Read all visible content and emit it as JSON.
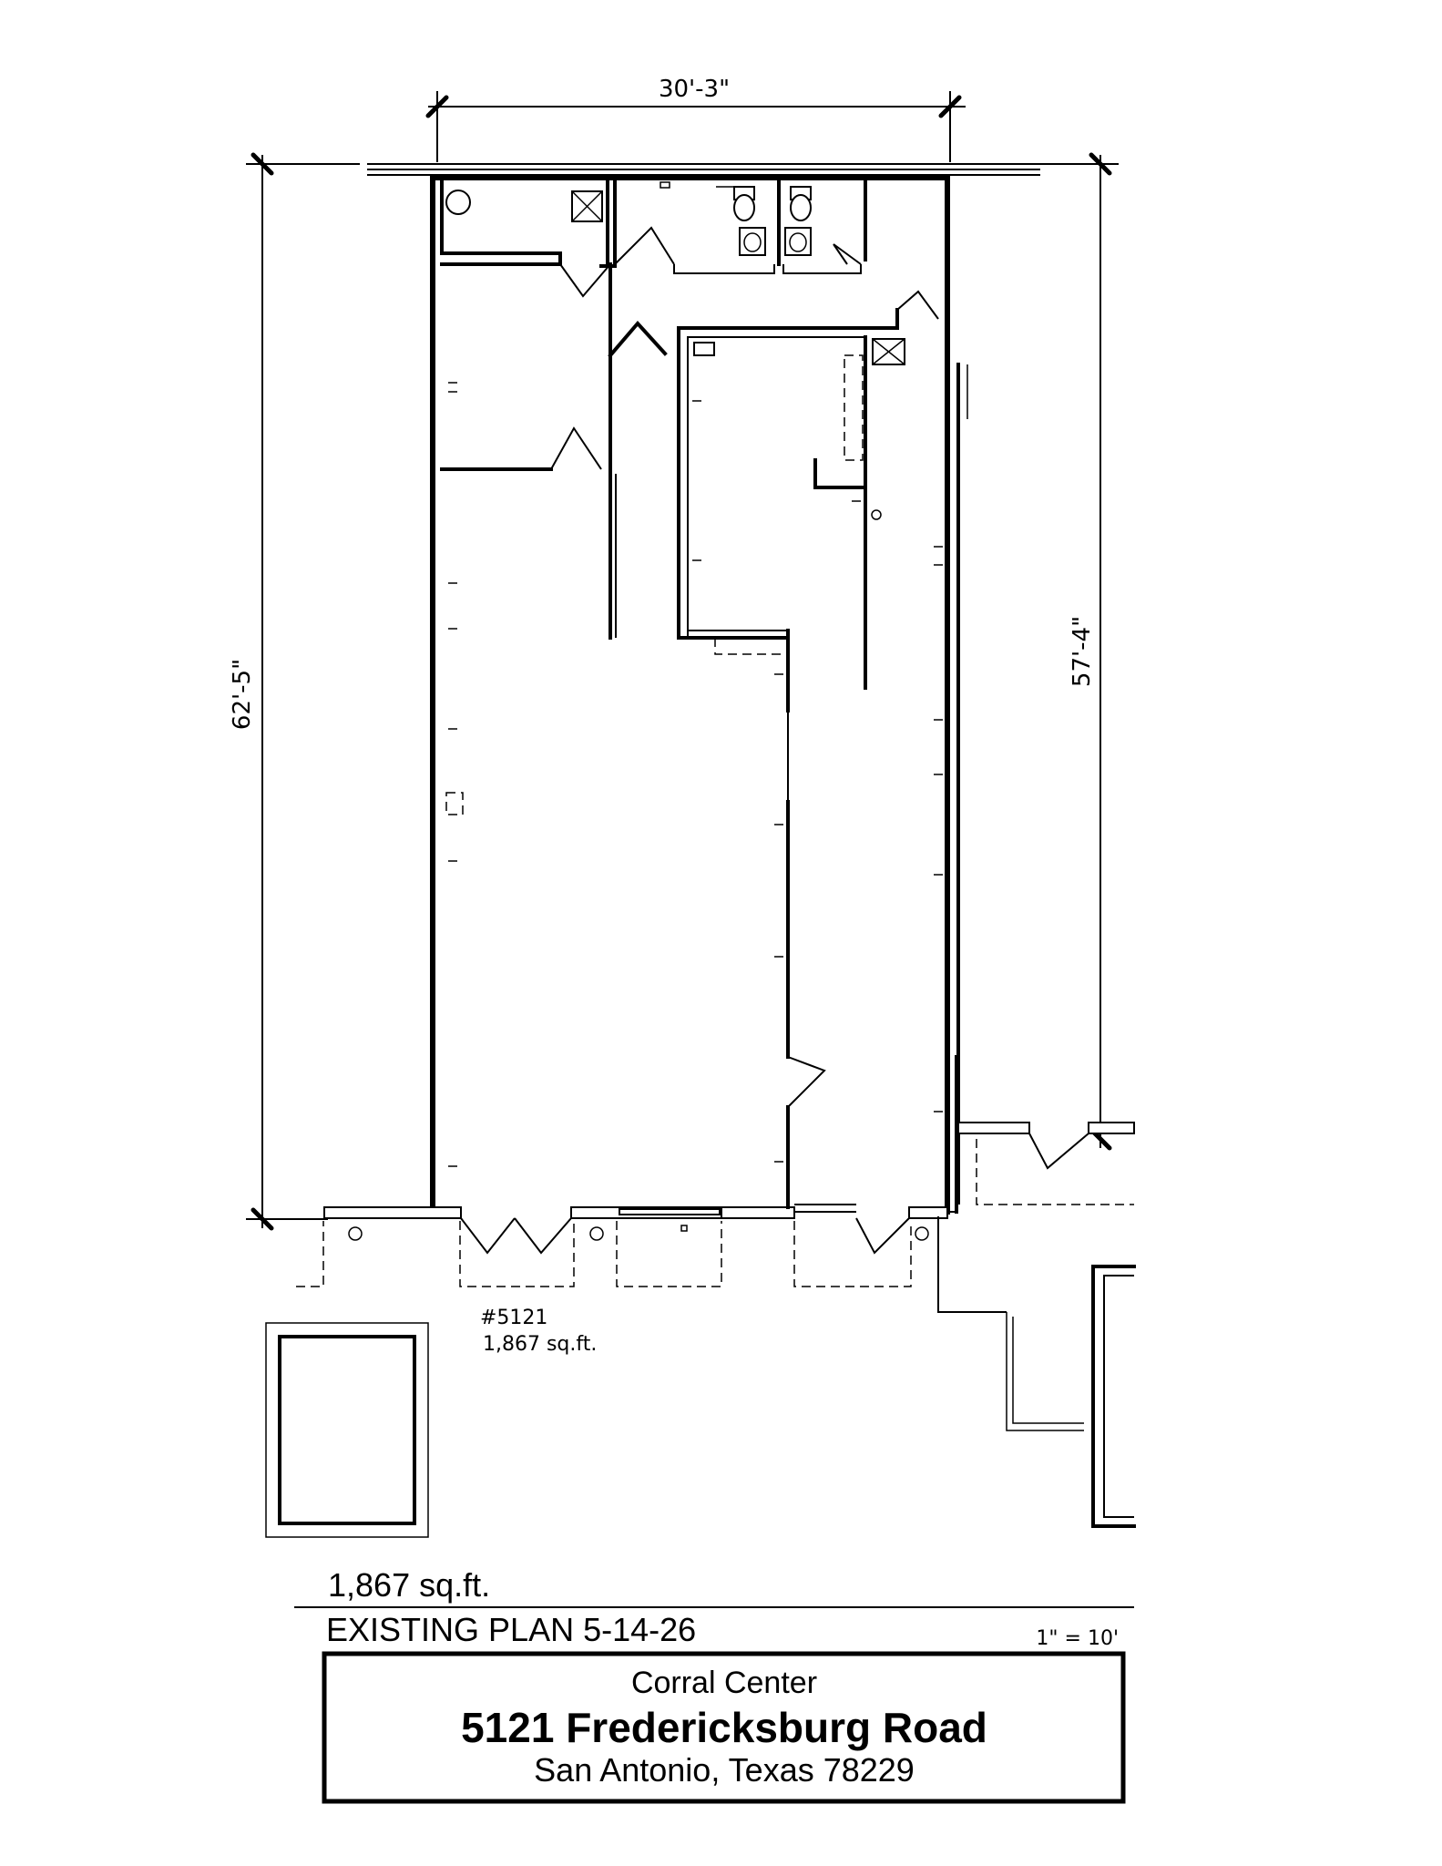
{
  "dimensions": {
    "top_width": "30'-3\"",
    "left_depth": "62'-5\"",
    "right_depth": "57'-4\""
  },
  "unit": {
    "number": "#5121",
    "area": "1,867 sq.ft."
  },
  "footer": {
    "area": "1,867 sq.ft.",
    "plan_label": "EXISTING PLAN 5-14-26",
    "scale": "1\" = 10'"
  },
  "title_block": {
    "center_name": "Corral Center",
    "address": "5121  Fredericksburg Road",
    "city_line": "San Antonio, Texas 78229"
  }
}
